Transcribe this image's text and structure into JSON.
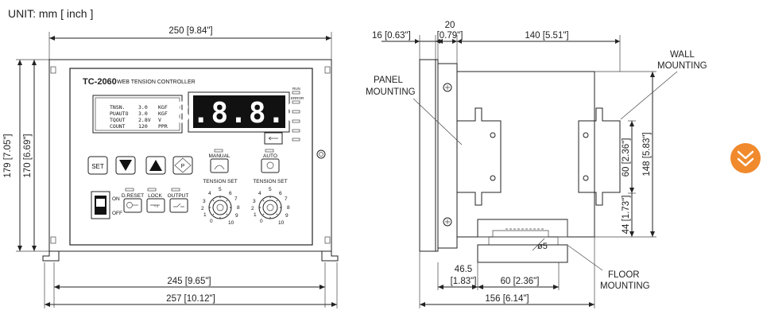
{
  "unit_label": "UNIT: mm [ inch ]",
  "front_view": {
    "width_label": "250 [9.84\"]",
    "height_outer_label": "179 [7.05\"]",
    "height_inner_label": "170 [6.69\"]",
    "bottom_inner_label": "245 [9.65\"]",
    "bottom_outer_label": "257 [10.12\"]",
    "model": "TC-2060",
    "product_name": "WEB TENSION CONTROLLER",
    "display_digits": "8.8.8.8",
    "indicators": [
      "RUN",
      "ERROR",
      "",
      "",
      ""
    ],
    "lcd_rows": [
      [
        "TNSN.",
        "3.0",
        "KGF"
      ],
      [
        "PUAUTO",
        "3.0",
        "KGF"
      ],
      [
        "TQOUT",
        "2.8V",
        "V"
      ],
      [
        "COUNT",
        "120",
        "PPR"
      ]
    ],
    "buttons": {
      "set": "SET",
      "p": "P",
      "manual": "MANUAL",
      "auto": "AUTO",
      "dreset": "D.RESET",
      "lock": "LOCK",
      "output": "OUTPUT",
      "on": "ON",
      "off": "OFF"
    },
    "tension_set_label": "TENSION SET",
    "dial_numbers": [
      "0",
      "1",
      "2",
      "3",
      "4",
      "5",
      "6",
      "7",
      "8",
      "9",
      "10"
    ]
  },
  "side_view": {
    "dim_16": "16 [0.63\"]",
    "dim_20": "20",
    "dim_20_inch": "[0.79\"]",
    "dim_140": "140 [5.51\"]",
    "dim_60_v": "60 [2.36\"]",
    "dim_148": "148 [5.83\"]",
    "dim_44": "44 [1.73\"]",
    "dim_46_5": "46.5",
    "dim_46_5_inch": "[1.83\"]",
    "dim_60_h": "60 [2.36\"]",
    "dim_156": "156 [6.14\"]",
    "hole_label": "ø5",
    "panel_mounting": [
      "PANEL",
      "MOUNTING"
    ],
    "wall_mounting": [
      "WALL",
      "MOUNTING"
    ],
    "floor_mounting": [
      "FLOOR",
      "MOUNTING"
    ]
  },
  "scroll_button": {
    "icon": "chevron-double-down-icon",
    "color": "#F08A2C"
  }
}
